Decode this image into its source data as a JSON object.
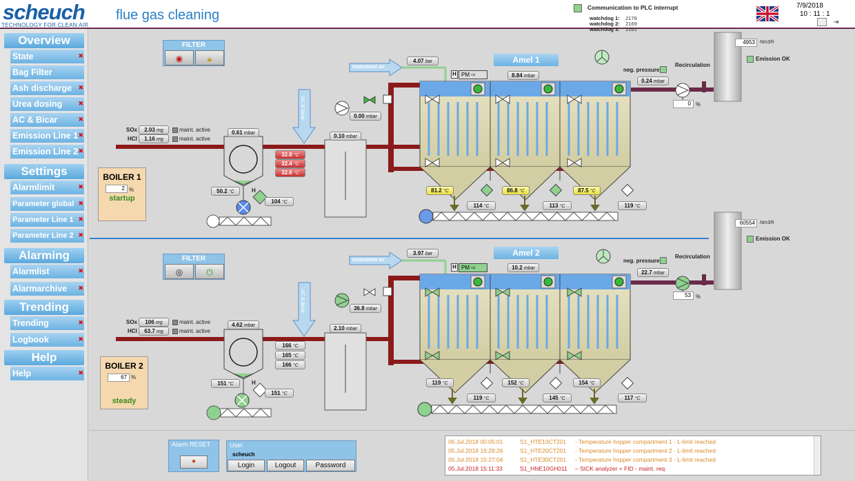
{
  "header": {
    "logo": "scheuch",
    "logo_sub": "TECHNOLOGY FOR CLEAN AIR",
    "title": "flue gas cleaning",
    "plc_msg": "Communication to PLC interrupt",
    "watchdogs": [
      {
        "label": "watchdog 1:",
        "value": "2176"
      },
      {
        "label": "watchdog 2:",
        "value": "2169"
      },
      {
        "label": "watchdog 3:",
        "value": "2161"
      }
    ],
    "date": "7/9/2018",
    "time": "10 : 11 : 1",
    "flag_icon": "uk-flag-icon"
  },
  "sidebar": {
    "overview": {
      "title": "Overview",
      "items": [
        "State",
        "Bag Filter",
        "Ash discharge",
        "Urea dosing",
        "AC & Bicar",
        "Emission Line 1",
        "Emission Line 2"
      ]
    },
    "settings": {
      "title": "Settings",
      "items": [
        "Alarmlimit",
        "Parameter global",
        "Parameter Line 1",
        "Parameter Line 2"
      ]
    },
    "alarming": {
      "title": "Alarming",
      "items": [
        "Alarmlist",
        "Alarmarchive"
      ]
    },
    "trending": {
      "title": "Trending",
      "items": [
        "Trending",
        "Logbook"
      ]
    },
    "help": {
      "title": "Help",
      "items": [
        "Help"
      ]
    }
  },
  "line1": {
    "filter_title": "FILTER",
    "boiler": {
      "name": "BOILER 1",
      "load": "2",
      "unit": "%",
      "state": "startup"
    },
    "sox": {
      "label": "SOx",
      "value": "2.03",
      "unit": "mg"
    },
    "hcl": {
      "label": "HCl",
      "value": "1.16",
      "unit": "mg"
    },
    "maint": "maint. active",
    "p_reactor": "0.61",
    "p_reactor2": "0.10",
    "temps_red": [
      "32.8",
      "32.4",
      "32.6"
    ],
    "t_reactor": "50.2",
    "t_hopper_small": "104",
    "ac_bicar": "AC & Bicar",
    "instrument_air": "Instrument air",
    "p_instr": "4.07",
    "pm_label": "PM",
    "h_label": "H",
    "p_fan": "0.00",
    "amel": "Amel 1",
    "dp_filter": "8.84",
    "neg_pressure": "neg. pressure",
    "recirc": "Recirculation",
    "p_recirc": "0.24",
    "recirc_pct": "0",
    "flow": "4953",
    "flow_unit": "Nm3/h",
    "emission": "Emission OK",
    "hopper_t": [
      "81.2",
      "86.8",
      "87.5"
    ],
    "hopper_bottom_t": [
      "114",
      "113",
      "119"
    ]
  },
  "line2": {
    "filter_title": "FILTER",
    "boiler": {
      "name": "BOILER 2",
      "load": "67",
      "unit": "%",
      "state": "steady"
    },
    "sox": {
      "label": "SOx",
      "value": "106",
      "unit": "mg"
    },
    "hcl": {
      "label": "HCl",
      "value": "63.7",
      "unit": "mg"
    },
    "maint": "maint. active",
    "p_reactor": "4.62",
    "p_reactor2": "2.10",
    "temps": [
      "166",
      "165",
      "166"
    ],
    "t_reactor": "151",
    "t_hopper_small": "151",
    "ac_bicar": "AC & Bicar",
    "instrument_air": "Instrument air",
    "p_instr": "3.97",
    "pm_label": "PM",
    "h_label": "H",
    "p_fan": "36.8",
    "amel": "Amel 2",
    "dp_filter": "10.2",
    "neg_pressure": "neg. pressure",
    "recirc": "Recirculation",
    "p_recirc": "22.7",
    "recirc_pct": "53",
    "flow": "60554",
    "flow_unit": "Nm3/h",
    "emission": "Emission OK",
    "hopper_t": [
      "119",
      "152",
      "154"
    ],
    "hopper_bottom_t": [
      "119",
      "145",
      "117"
    ]
  },
  "units": {
    "mbar": "mbar",
    "bar": "bar",
    "degc": "°C",
    "pct": "%"
  },
  "bottom": {
    "alarm_reset": "Alarm RESET",
    "user_title": "User",
    "user_name": "scheuch",
    "login": "Login",
    "logout": "Logout",
    "password": "Password",
    "alarms": [
      {
        "date": "06.Jul.2018 00:05:01",
        "tag": "S1_HTE10CT201",
        "msg": "- Temperature hopper compartment 1 - L-limit reached",
        "color": "#d98a2a"
      },
      {
        "date": "05.Jul.2018 16:28:26",
        "tag": "S1_HTE20CT201",
        "msg": "- Temperature hopper compartment 2 - L-limit reached",
        "color": "#d98a2a"
      },
      {
        "date": "05.Jul.2018 15:27:04",
        "tag": "S1_HTE30CT201",
        "msg": "- Temperature hopper compartment 3 - L-limit reached",
        "color": "#d98a2a"
      },
      {
        "date": "05.Jul.2018 15:11:33",
        "tag": "S1_HNE10GH011",
        "msg": "– SICK analyzer + FID - maint. req.",
        "color": "#c82020"
      }
    ]
  },
  "colors": {
    "accent": "#5aa8de",
    "pipe": "#8b1a1a",
    "duct": "#6a2a4a",
    "ok": "#8fd18f"
  }
}
